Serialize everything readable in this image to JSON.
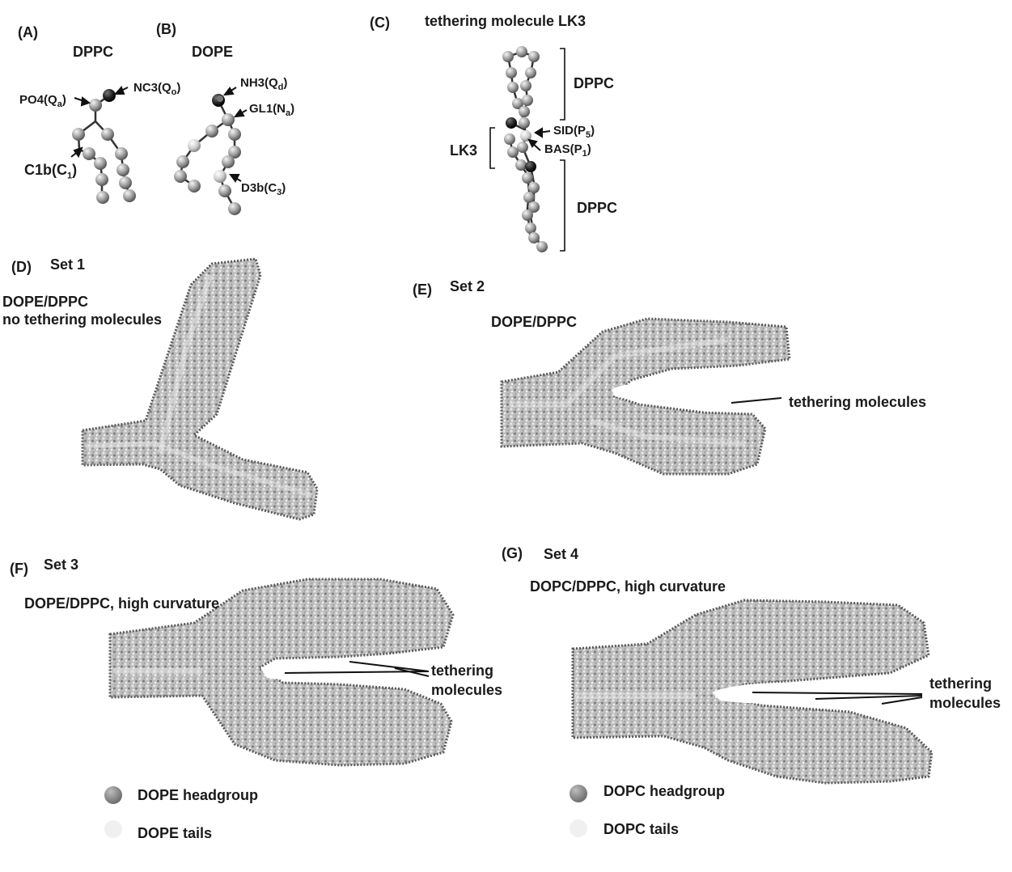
{
  "panels": {
    "A": "(A)",
    "B": "(B)",
    "C": "(C)",
    "D": "(D)",
    "E": "(E)",
    "F": "(F)",
    "G": "(G)"
  },
  "titles": {
    "dppc": "DPPC",
    "dope": "DOPE",
    "lk3_title": "tethering molecule LK3",
    "set1": "Set 1",
    "set2": "Set 2",
    "set3": "Set 3",
    "set4": "Set 4"
  },
  "beads": {
    "po4": "PO4(Q",
    "po4_sub": "a",
    "nc3": "NC3(Q",
    "nc3_sub": "o",
    "c1b": "C1b(C",
    "c1b_sub": "1",
    "nh3": "NH3(Q",
    "nh3_sub": "d",
    "gl1": "GL1(N",
    "gl1_sub": "a",
    "d3b": "D3b(C",
    "d3b_sub": "3",
    "sid": "SID(P",
    "sid_sub": "5",
    "bas": "BAS(P",
    "bas_sub": "1",
    "close": ")"
  },
  "lk3": {
    "upper": "DPPC",
    "middle": "LK3",
    "lower": "DPPC"
  },
  "descriptions": {
    "d_line1": "DOPE/DPPC",
    "d_line2": "no tethering molecules",
    "e": "DOPE/DPPC",
    "f": "DOPE/DPPC, high curvature",
    "g": "DOPC/DPPC,  high curvature"
  },
  "annotations": {
    "e_tether": "tethering molecules",
    "f_tether_1": "tethering",
    "f_tether_2": "molecules",
    "g_tether_1": "tethering",
    "g_tether_2": "molecules"
  },
  "legends": {
    "f_head": "DOPE headgroup",
    "f_tail": "DOPE tails",
    "g_head": "DOPC headgroup",
    "g_tail": "DOPC tails"
  },
  "colors": {
    "head": "#8a8a8a",
    "tail": "#f0f0f0",
    "bead": "#9a9a9a",
    "dark_bead": "#1c1c1c",
    "membrane": "#b4b4b4"
  }
}
